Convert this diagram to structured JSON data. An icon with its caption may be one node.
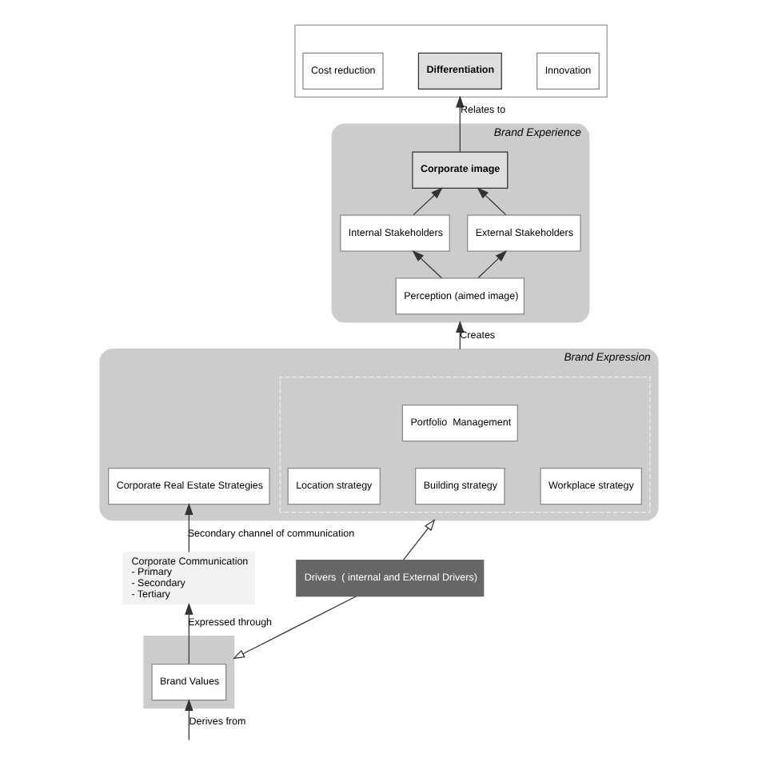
{
  "diagram": {
    "nodes": [
      {
        "text": [],
        "shape": "box"
      },
      {
        "text": [
          "Cost reduction"
        ],
        "in": 0
      },
      {
        "text": [
          "Differentiation"
        ],
        "in": 0
      },
      {
        "text": [
          "Innovation"
        ],
        "in": 0
      },
      {
        "text": [
          "Brand Experience"
        ]
      },
      {
        "text": [
          "Corporate image"
        ],
        "in": 4
      },
      {
        "text": [
          "Internal Stakeholders"
        ],
        "in": 4
      },
      {
        "text": [
          "External Stakeholders"
        ],
        "in": 4
      },
      {
        "text": [
          "Perception (aimed image)"
        ],
        "in": 4
      },
      {
        "text": [
          "Brand Expression"
        ]
      },
      {
        "text": [],
        "shape": "box",
        "in": 9
      },
      {
        "text": [
          "Portfolio  Management"
        ],
        "in": 10
      },
      {
        "text": [
          "Location strategy"
        ],
        "in": 10
      },
      {
        "text": [
          "Building strategy"
        ],
        "in": 10
      },
      {
        "text": [
          "Workplace strategy"
        ],
        "in": 10
      },
      {
        "text": [
          "Corporate Real Estate Strategies"
        ],
        "in": 9
      },
      {
        "text": [
          "Corporate Communication",
          "- Primary",
          "- Secondary",
          "- Tertiary"
        ]
      },
      {
        "text": [],
        "shape": "box"
      },
      {
        "text": [
          "Brand Values"
        ],
        "in": 17
      },
      {
        "text": [
          "Drivers  ( internal and External Drivers)"
        ]
      }
    ],
    "edges": [
      {
        "from": 5,
        "to": 0,
        "arrow": "to",
        "label": "Relates to"
      },
      {
        "from": 6,
        "to": 5,
        "arrow": "to"
      },
      {
        "from": 7,
        "to": 5,
        "arrow": "to"
      },
      {
        "from": 8,
        "to": 6,
        "arrow": "to"
      },
      {
        "from": 8,
        "to": 7,
        "arrow": "to"
      },
      {
        "from": 9,
        "to": 4,
        "arrow": "to",
        "label": "Creates"
      },
      {
        "from": 16,
        "to": 15,
        "arrow": "to",
        "label": "Secondary channel of communication"
      },
      {
        "from": 18,
        "to": 16,
        "arrow": "to",
        "label": "Expressed through"
      },
      {
        "from": null,
        "to": 18,
        "arrow": "to",
        "label": "Derives from"
      },
      {
        "from": 19,
        "to": 9,
        "arrow": "to"
      },
      {
        "from": 19,
        "to": 17,
        "arrow": "to"
      }
    ]
  }
}
